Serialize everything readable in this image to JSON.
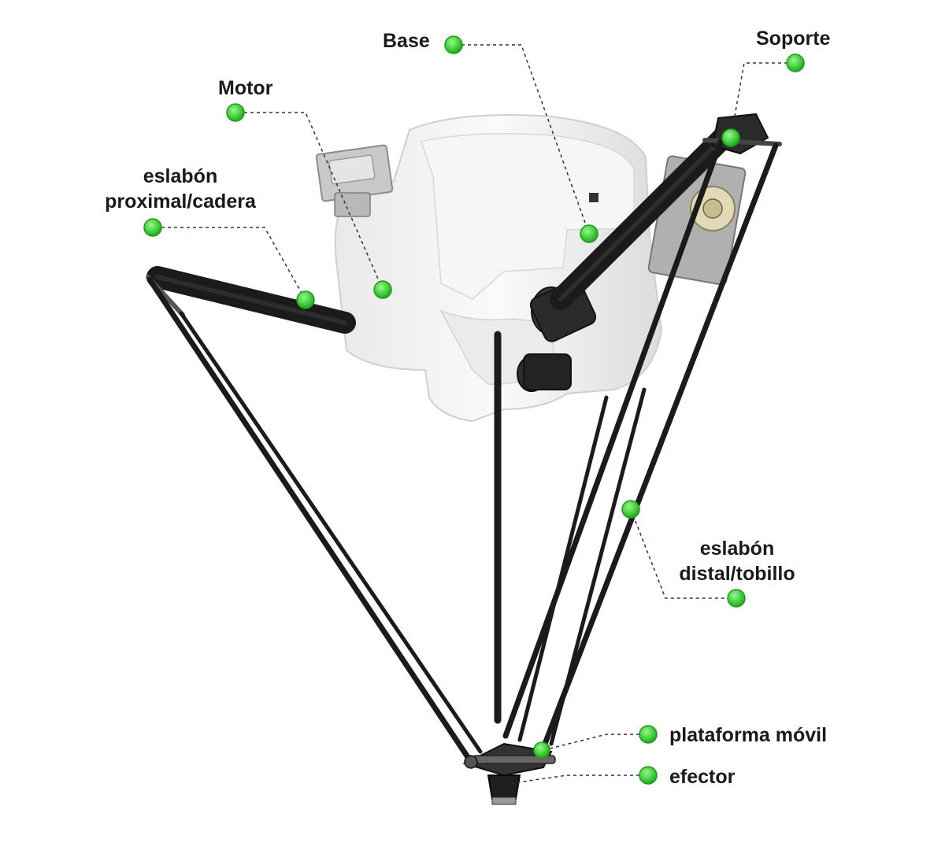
{
  "labels": {
    "base": "Base",
    "soporte": "Soporte",
    "motor": "Motor",
    "proximal_line1": "eslabón",
    "proximal_line2": "proximal/cadera",
    "distal_line1": "eslabón",
    "distal_line2": "distal/tobillo",
    "plataforma": "plataforma móvil",
    "efector": "efector"
  },
  "colors": {
    "marker_fill": "#3fce3a",
    "marker_ring": "#1f9a1c",
    "leader_line": "#333333",
    "body_white": "#f2f2f2",
    "arm_black": "#1b1b1b"
  },
  "icons": {
    "marker": "green-dot-marker"
  }
}
